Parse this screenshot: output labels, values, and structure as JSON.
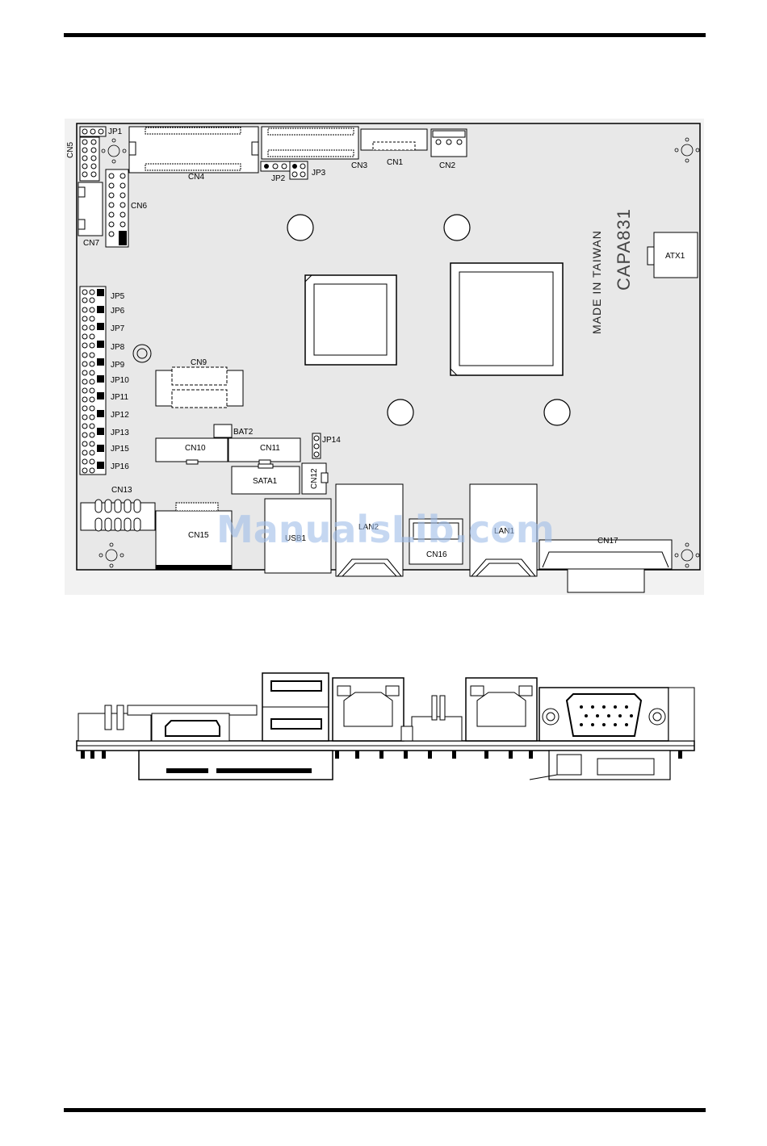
{
  "board": {
    "model": "CAPA831",
    "origin": "MADE IN TAIWAN"
  },
  "labels": {
    "jp1": "JP1",
    "cn5": "CN5",
    "cn4": "CN4",
    "cn3": "CN3",
    "cn1": "CN1",
    "cn2": "CN2",
    "jp2": "JP2",
    "jp3": "JP3",
    "cn6": "CN6",
    "cn7": "CN7",
    "atx1": "ATX1",
    "jp5": "JP5",
    "jp6": "JP6",
    "jp7": "JP7",
    "jp8": "JP8",
    "jp9": "JP9",
    "jp10": "JP10",
    "jp11": "JP11",
    "jp12": "JP12",
    "jp13": "JP13",
    "jp15": "JP15",
    "jp16": "JP16",
    "cn9": "CN9",
    "bat2": "BAT2",
    "jp14": "JP14",
    "cn10": "CN10",
    "cn11": "CN11",
    "sata1": "SATA1",
    "cn12": "CN12",
    "cn13": "CN13",
    "cn15": "CN15",
    "usb1": "USB1",
    "lan2": "LAN2",
    "cn16": "CN16",
    "lan1": "LAN1",
    "cn17": "CN17"
  },
  "watermark": "ManualsLib.com"
}
